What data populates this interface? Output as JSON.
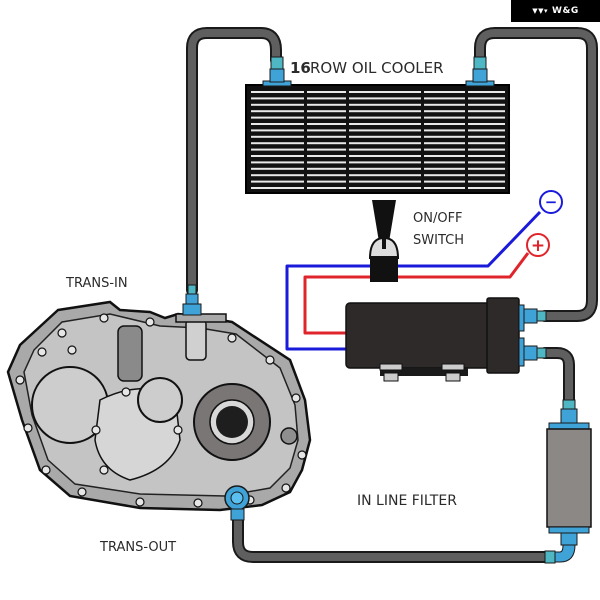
{
  "brand": {
    "logo_icon": "triple-chevron-logo",
    "logo_glyph": "▼▼▾",
    "name": "W&G"
  },
  "labels": {
    "oil_cooler": "ROW OIL COOLER",
    "oil_cooler_rows": "16",
    "switch_line1": "ON/OFF",
    "switch_line2": "SWITCH",
    "trans_in": "TRANS-IN",
    "trans_out": "TRANS-OUT",
    "filter": "IN LINE FILTER",
    "negative_symbol": "−",
    "positive_symbol": "+"
  },
  "colors": {
    "hose": "#5f5f5f",
    "hose_outline": "#1a1a1a",
    "fitting": "#3fa3d8",
    "fitting_teal": "#4fb6c4",
    "cooler_body": "#111111",
    "cooler_fin": "#e8e8e8",
    "wire_negative": "#1a1adb",
    "wire_positive": "#e0242b",
    "pump_body": "#2e2a2a",
    "filter_body": "#8c8886",
    "housing_light": "#cfcfcf",
    "housing_mid": "#a9a9a9",
    "housing_dark": "#6f6f6f"
  }
}
